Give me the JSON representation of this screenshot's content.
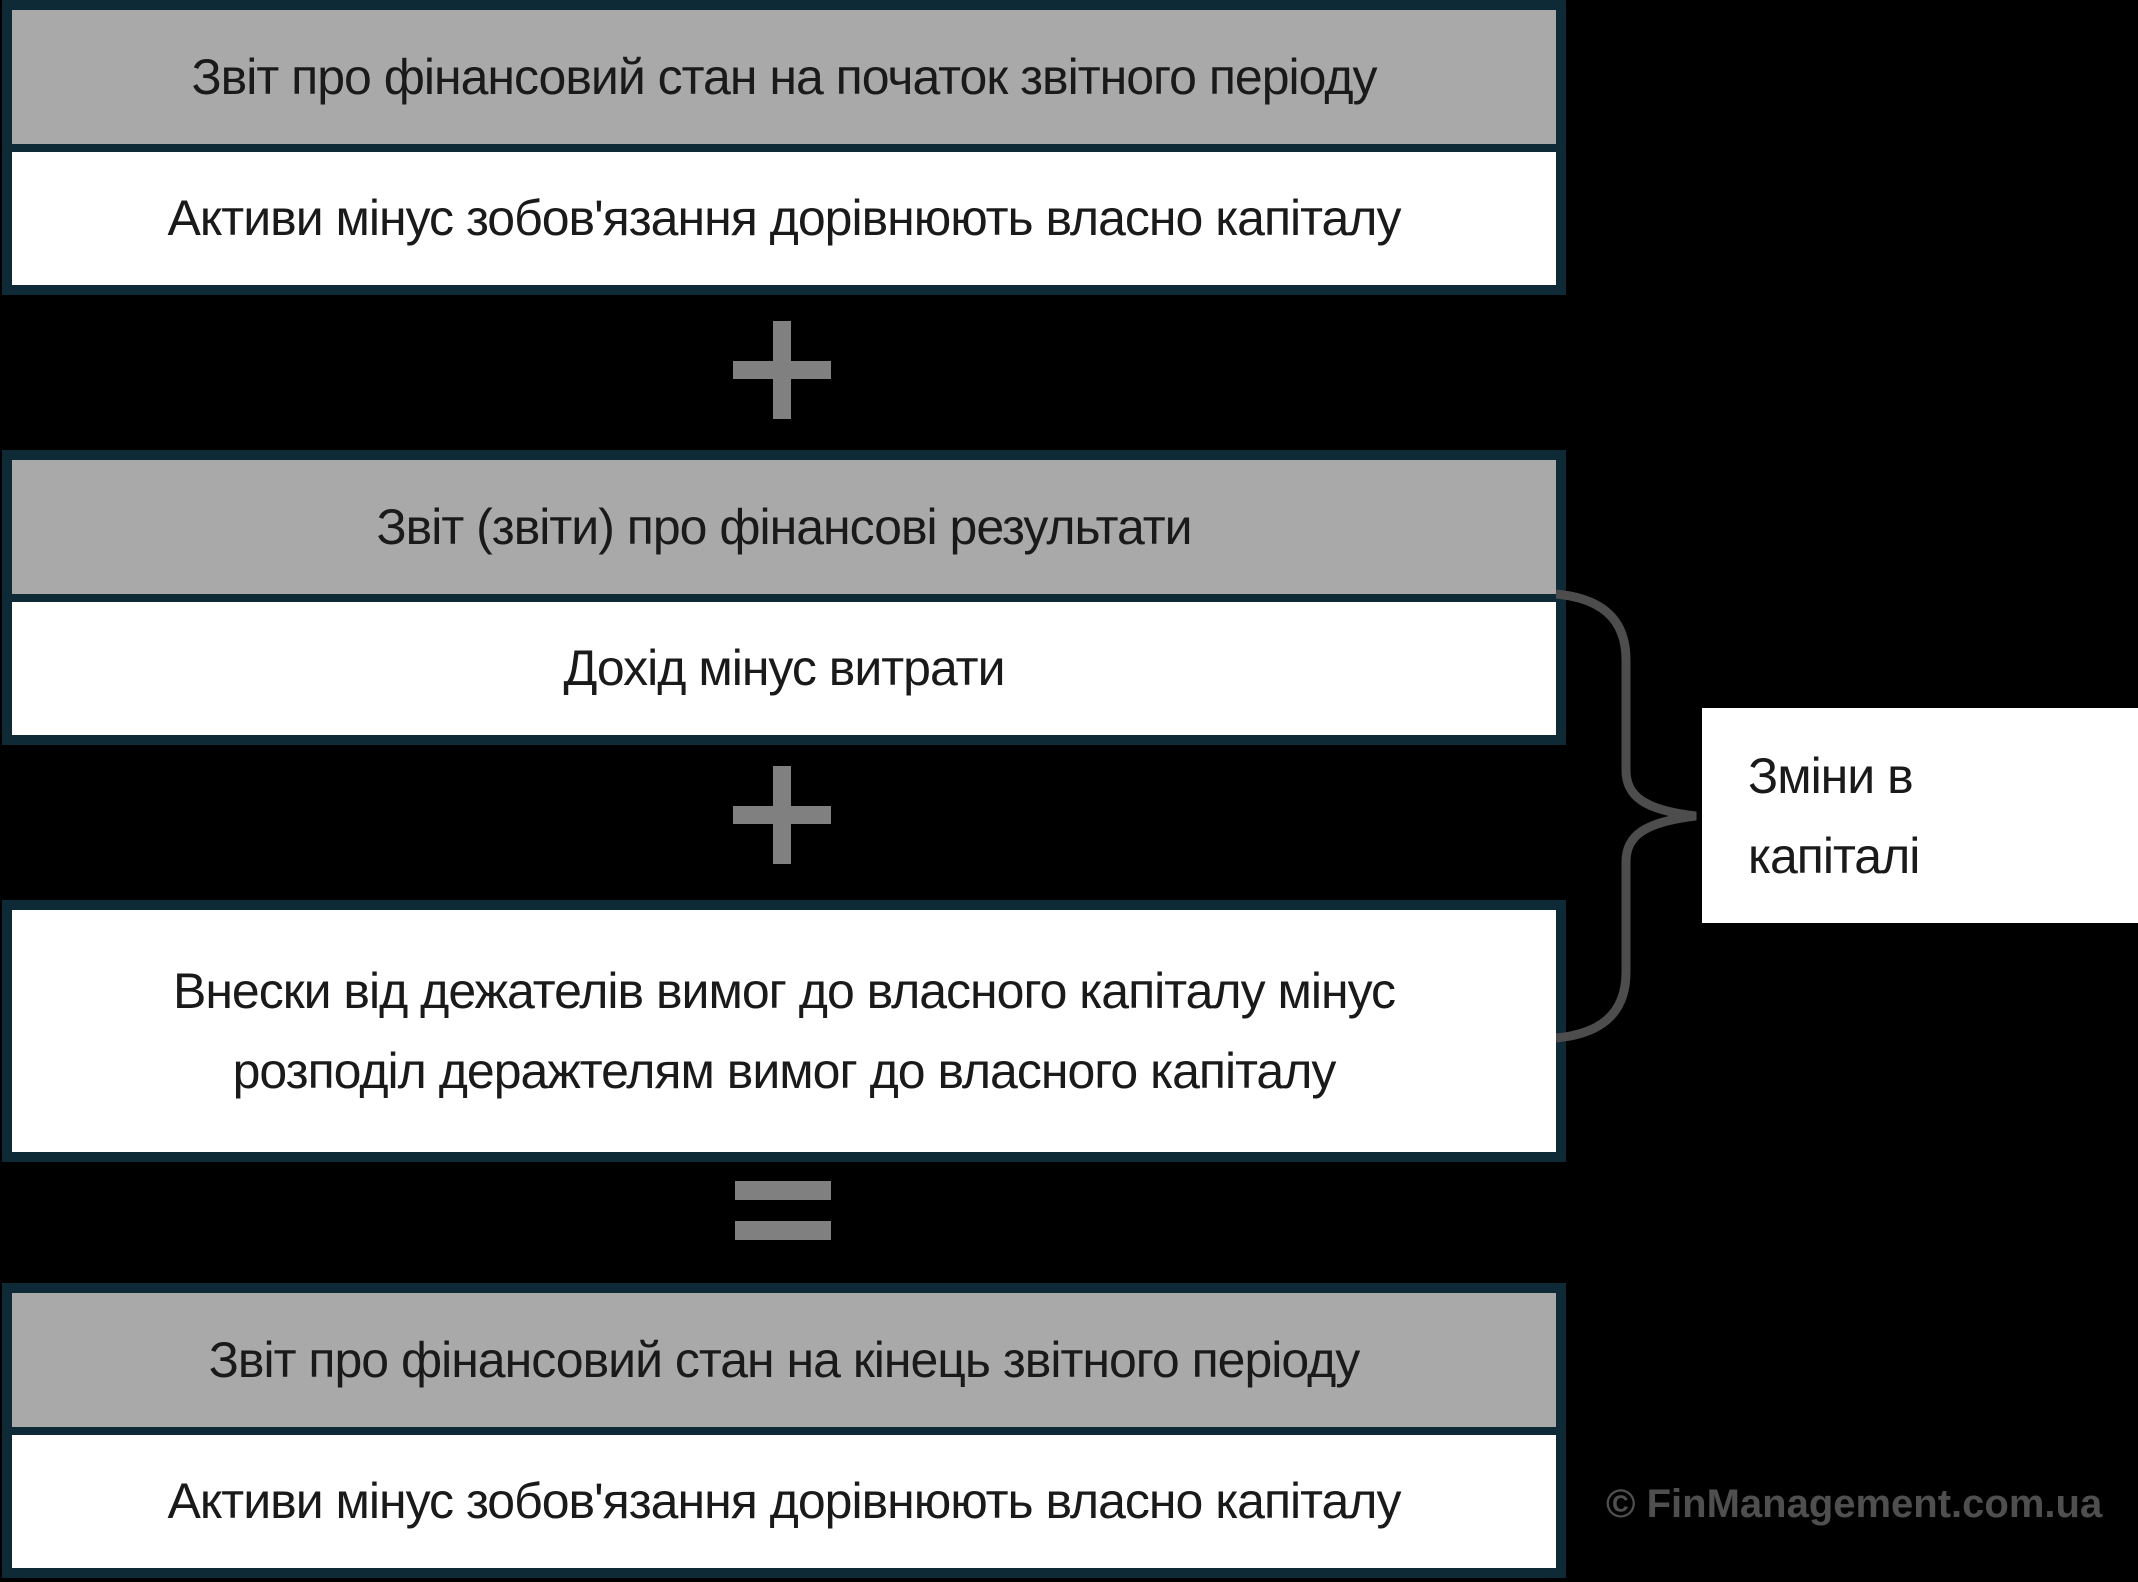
{
  "diagram": {
    "title_context": "Linkage of financial statements diagram (Ukrainian)",
    "colors": {
      "background": "#000000",
      "frame": "#0d2a36",
      "header_fill": "#a9a9a9",
      "body_fill": "#ffffff",
      "text": "#1a1a1a",
      "operator": "#808080",
      "brace": "#4d4d4d",
      "watermark": "#4f4f4f"
    },
    "blocks": [
      {
        "id": "opening-financial-position",
        "header": "Звіт про фінансовий стан на початок звітного періоду",
        "body": "Активи мінус зобов'язання дорівнюють власно капіталу"
      },
      {
        "id": "income-statement",
        "header": "Звіт (звіти) про фінансові результати",
        "body": "Дохід мінус витрати"
      },
      {
        "id": "equity-contributions",
        "body_line1": "Внески від дежателів вимог до власного капіталу мінус",
        "body_line2": "розподіл деражтелям вимог до власного капіталу"
      },
      {
        "id": "closing-financial-position",
        "header": "Звіт про фінансовий стан на кінець звітного періоду",
        "body": "Активи мінус зобов'язання дорівнюють власно капіталу"
      }
    ],
    "operators": [
      {
        "name": "plus-icon",
        "symbol": "+"
      },
      {
        "name": "plus-icon",
        "symbol": "+"
      },
      {
        "name": "equals-icon",
        "symbol": "="
      }
    ],
    "side_label": {
      "line1": "Зміни в",
      "line2": "капіталі"
    },
    "watermark": "© FinManagement.com.ua"
  }
}
